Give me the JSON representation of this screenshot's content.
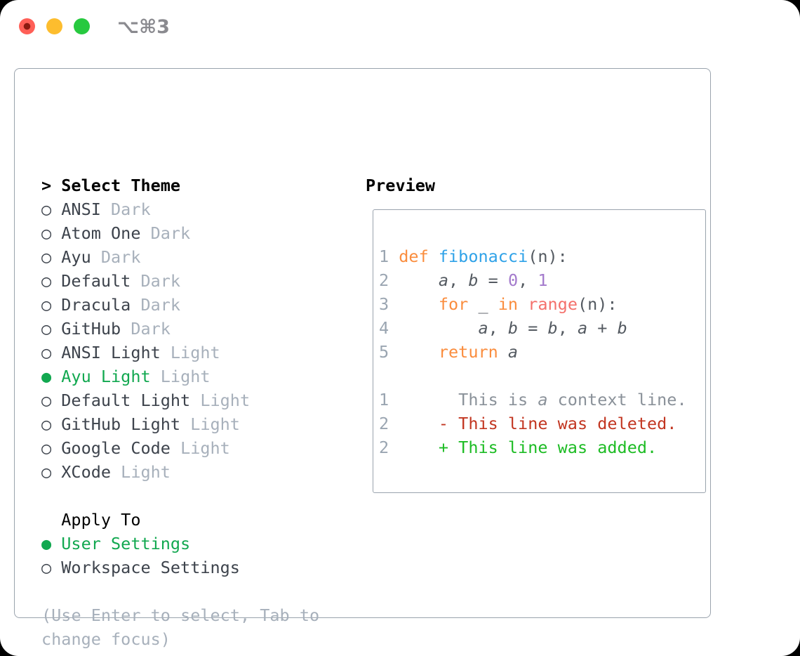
{
  "titlebar": {
    "title": "⌥⌘3"
  },
  "panel": {
    "theme_list": {
      "header_marker": ">",
      "header": "Select Theme",
      "items": [
        {
          "name": "ANSI",
          "tag": "Dark",
          "selected": false
        },
        {
          "name": "Atom One",
          "tag": "Dark",
          "selected": false
        },
        {
          "name": "Ayu",
          "tag": "Dark",
          "selected": false
        },
        {
          "name": "Default",
          "tag": "Dark",
          "selected": false
        },
        {
          "name": "Dracula",
          "tag": "Dark",
          "selected": false
        },
        {
          "name": "GitHub",
          "tag": "Dark",
          "selected": false
        },
        {
          "name": "ANSI Light",
          "tag": "Light",
          "selected": false
        },
        {
          "name": "Ayu Light",
          "tag": "Light",
          "selected": true
        },
        {
          "name": "Default Light",
          "tag": "Light",
          "selected": false
        },
        {
          "name": "GitHub Light",
          "tag": "Light",
          "selected": false
        },
        {
          "name": "Google Code",
          "tag": "Light",
          "selected": false
        },
        {
          "name": "XCode",
          "tag": "Light",
          "selected": false
        }
      ],
      "selected_icon": "●",
      "unselected_icon": "○"
    },
    "apply_to": {
      "header": "Apply To",
      "options": [
        {
          "name": "User Settings",
          "selected": true
        },
        {
          "name": "Workspace Settings",
          "selected": false
        }
      ]
    },
    "help_lines": [
      "(Use Enter to select, Tab to",
      "change focus)"
    ],
    "preview": {
      "header": "Preview",
      "lines": [
        {
          "num": "1",
          "segments": [
            [
              "def",
              "keyword"
            ],
            [
              " ",
              "text"
            ],
            [
              "fibonacci",
              "function"
            ],
            [
              "(n):",
              "text"
            ]
          ]
        },
        {
          "num": "2",
          "segments": [
            [
              "    ",
              "text"
            ],
            [
              "a",
              "variable"
            ],
            [
              ", ",
              "text"
            ],
            [
              "b",
              "variable"
            ],
            [
              " = ",
              "text"
            ],
            [
              "0",
              "number"
            ],
            [
              ", ",
              "text"
            ],
            [
              "1",
              "number"
            ]
          ]
        },
        {
          "num": "3",
          "segments": [
            [
              "    ",
              "text"
            ],
            [
              "for",
              "keyword"
            ],
            [
              " _ ",
              "text"
            ],
            [
              "in",
              "keyword"
            ],
            [
              " ",
              "text"
            ],
            [
              "range",
              "builtin"
            ],
            [
              "(n):",
              "text"
            ]
          ]
        },
        {
          "num": "4",
          "segments": [
            [
              "        ",
              "text"
            ],
            [
              "a",
              "variable"
            ],
            [
              ", ",
              "text"
            ],
            [
              "b",
              "variable"
            ],
            [
              " = ",
              "text"
            ],
            [
              "b",
              "variable"
            ],
            [
              ", ",
              "text"
            ],
            [
              "a",
              "variable"
            ],
            [
              " + ",
              "text"
            ],
            [
              "b",
              "variable"
            ]
          ]
        },
        {
          "num": "5",
          "segments": [
            [
              "    ",
              "text"
            ],
            [
              "return",
              "keyword"
            ],
            [
              " ",
              "text"
            ],
            [
              "a",
              "variable"
            ]
          ]
        },
        {
          "num": "",
          "segments": []
        },
        {
          "num": "1",
          "segments": [
            [
              "      This is ",
              "context"
            ],
            [
              "a",
              "context_var"
            ],
            [
              " context line.",
              "context"
            ]
          ]
        },
        {
          "num": "2",
          "segments": [
            [
              "    - This line was deleted.",
              "deleted"
            ]
          ]
        },
        {
          "num": "2",
          "segments": [
            [
              "    + This line was added.",
              "added"
            ]
          ]
        }
      ]
    }
  },
  "colors": {
    "selection_green": "#12a850",
    "keyword": "#fa8d3e",
    "function": "#2fa2e8",
    "number": "#a37acc",
    "builtin": "#f4706b",
    "text": "#545a61",
    "variable": "#545a61",
    "context": "#8a9199",
    "context_var": "#8a9199",
    "deleted": "#c23621",
    "added": "#1dbc24",
    "line_number": "#9aa5b1",
    "item": "#3d434c",
    "tag": "#a7b0bb",
    "help": "#a7b0bb",
    "border": "#9aa3ad",
    "traffic_red": "#ff5f57",
    "traffic_yellow": "#fdbd2e",
    "traffic_green": "#27c93f"
  }
}
